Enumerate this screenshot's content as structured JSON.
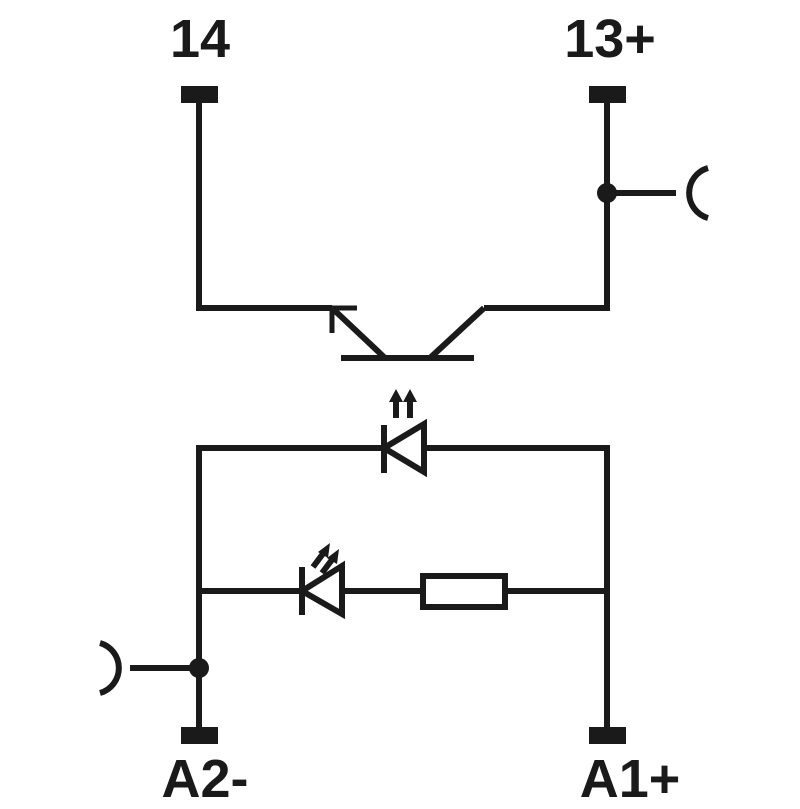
{
  "terminals": {
    "top_left": "14",
    "top_right": "13+",
    "bottom_left": "A2-",
    "bottom_right": "A1+"
  },
  "colors": {
    "line": "#1a1a1a",
    "background": "#ffffff"
  }
}
